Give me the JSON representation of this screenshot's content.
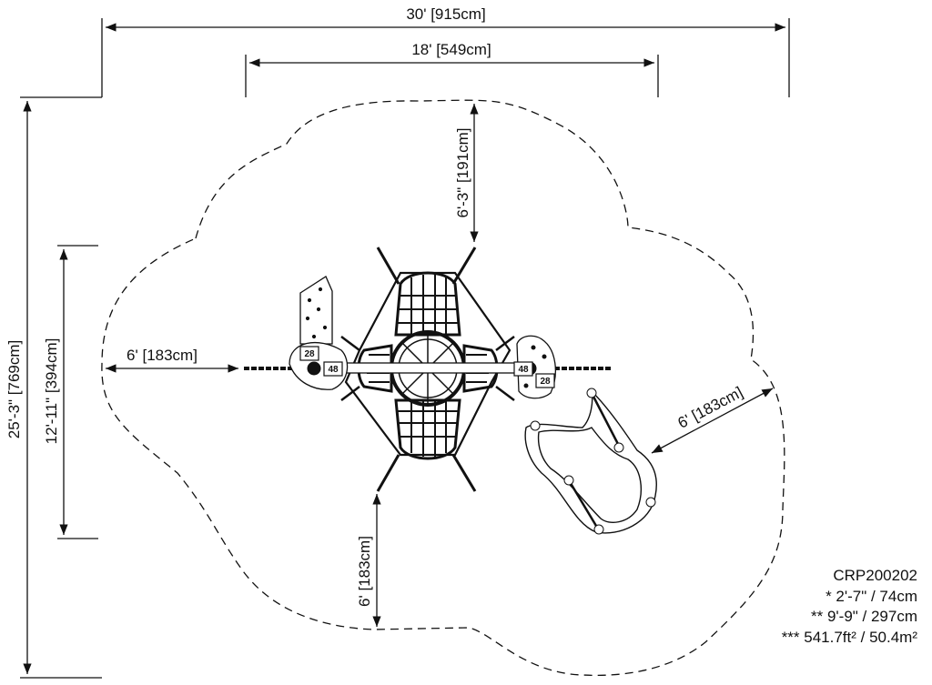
{
  "dimensions": {
    "overall_width": "30' [915cm]",
    "structure_width": "18' [549cm]",
    "overall_depth": "25'-3\" [769cm]",
    "structure_depth": "12'-11\" [394cm]",
    "clearance_left": "6' [183cm]",
    "clearance_top": "6'-3\" [191cm]",
    "clearance_bottom": "6' [183cm]",
    "clearance_slide": "6' [183cm]"
  },
  "deck_labels": {
    "left_upper": "28",
    "left_lower": "48",
    "right_upper": "48",
    "right_lower": "28"
  },
  "legend": {
    "model": "CRP200202",
    "line1": "* 2'-7\" / 74cm",
    "line2": "** 9'-9\" / 297cm",
    "line3": "*** 541.7ft² / 50.4m²"
  }
}
